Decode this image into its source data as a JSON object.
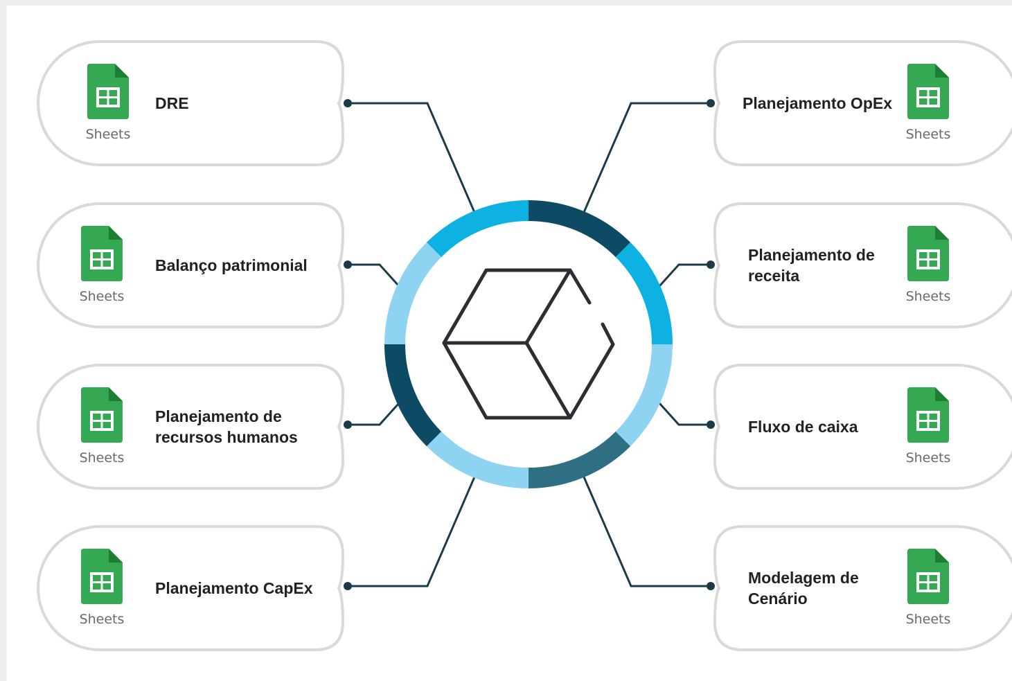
{
  "colors": {
    "pill_border": "#d9d9d9",
    "connector": "#1d3a4a",
    "sheets_green": "#34a853",
    "sheets_green_dark": "#1e7e34",
    "ring_cyan": "#0eb2e2",
    "ring_dark": "#0d4a63",
    "ring_light": "#8fd3f2",
    "ring_mid": "#2f6f84",
    "cube_stroke": "#2b2f33"
  },
  "icon": {
    "name": "google-sheets-icon",
    "caption": "Sheets"
  },
  "center_icon": "cube-logo-icon",
  "nodes_left": [
    {
      "lines": [
        "DRE"
      ]
    },
    {
      "lines": [
        "Balanço patrimonial"
      ]
    },
    {
      "lines": [
        "Planejamento de",
        "recursos humanos"
      ]
    },
    {
      "lines": [
        "Planejamento CapEx"
      ]
    }
  ],
  "nodes_right": [
    {
      "lines": [
        "Planejamento OpEx"
      ]
    },
    {
      "lines": [
        "Planejamento de",
        "receita"
      ]
    },
    {
      "lines": [
        "Fluxo de caixa"
      ]
    },
    {
      "lines": [
        "Modelagem de",
        "Cenário"
      ]
    }
  ]
}
